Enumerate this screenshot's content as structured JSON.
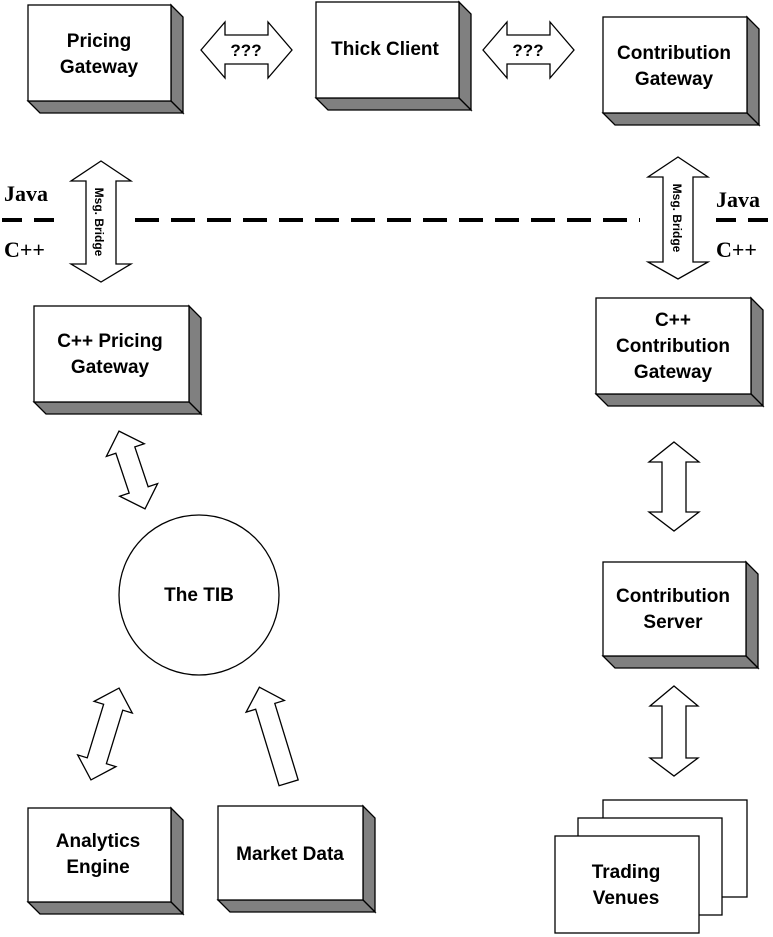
{
  "boxes": {
    "pricing_gateway": [
      "Pricing",
      "Gateway"
    ],
    "thick_client": [
      "Thick Client"
    ],
    "contribution_gateway": [
      "Contribution",
      "Gateway"
    ],
    "cpp_pricing_gateway": [
      "C++ Pricing",
      "Gateway"
    ],
    "cpp_contribution_gateway": [
      "C++",
      "Contribution",
      "Gateway"
    ],
    "contribution_server": [
      "Contribution",
      "Server"
    ],
    "analytics_engine": [
      "Analytics",
      "Engine"
    ],
    "market_data": [
      "Market Data"
    ],
    "trading_venues": [
      "Trading",
      "Venues"
    ]
  },
  "tib": {
    "label": "The TIB"
  },
  "arrows": {
    "pricing_thick": "???",
    "thick_contribution": "???",
    "bridge_left": "Msg. Bridge",
    "bridge_right": "Msg. Bridge"
  },
  "language_divider": {
    "upper": "Java",
    "lower": "C++"
  }
}
